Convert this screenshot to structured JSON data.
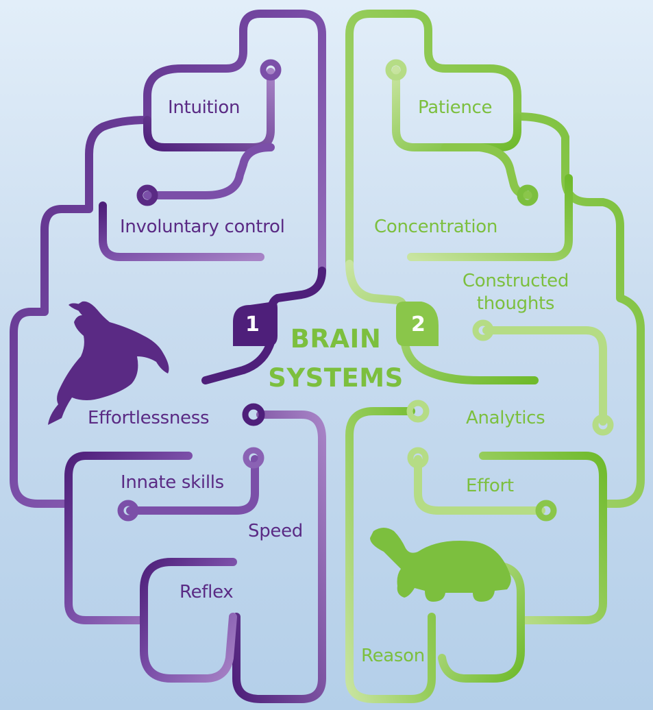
{
  "title": {
    "line1": "BRAIN",
    "line2": "SYSTEMS"
  },
  "systems": [
    {
      "number": "1",
      "color": "#5a2a84",
      "animal": "rabbit-icon",
      "traits": [
        "Intuition",
        "Involuntary control",
        "Effortlessness",
        "Innate skills",
        "Speed",
        "Reflex"
      ]
    },
    {
      "number": "2",
      "color": "#7cbf3e",
      "animal": "tortoise-icon",
      "traits": [
        "Patience",
        "Concentration",
        "Constructed thoughts",
        "Analytics",
        "Effort",
        "Reason"
      ]
    }
  ],
  "colors": {
    "purple_dark": "#4e1f7a",
    "purple_light": "#a07cc2",
    "green_dark": "#7cbf3e",
    "green_light": "#c6e39a",
    "background_top": "#e2eef9",
    "background_bottom": "#b4cfe9"
  }
}
